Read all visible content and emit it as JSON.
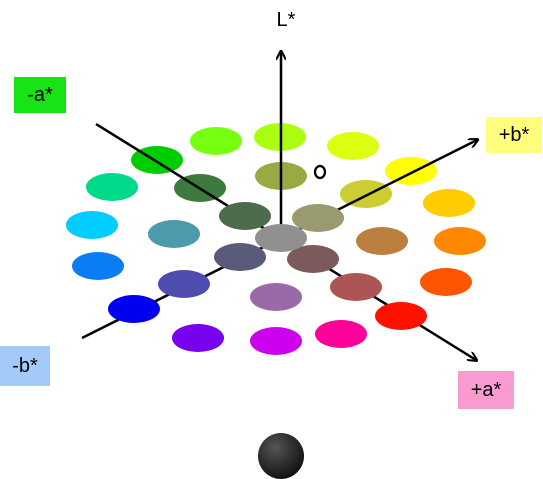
{
  "axes": {
    "L": "L*",
    "neg_a": "-a*",
    "pos_a": "+a*",
    "neg_b": "-b*",
    "pos_b": "+b*"
  },
  "colors": {
    "neg_a_box": "#17e317",
    "pos_a_box": "#f99bd0",
    "neg_b_box": "#a3cbfa",
    "pos_b_box": "#ffff7d",
    "black_sphere": "#111111"
  },
  "rings": {
    "outer": [
      "#00cc00",
      "#00d98a",
      "#00ccff",
      "#0a7df5",
      "#0000ee",
      "#7700ee",
      "#cc00ee",
      "#ff0099",
      "#ff1100",
      "#ff5500",
      "#ff8800",
      "#ffcc00",
      "#ffff00",
      "#ddff11",
      "#aaff11",
      "#77ff11"
    ],
    "inner": [
      "#3d7a3d",
      "#4d9aad",
      "#4d4db0",
      "#9a6aa8",
      "#ad5555",
      "#bb8040",
      "#cccc33",
      "#99aa44"
    ],
    "core": [
      "#4d6a4d",
      "#5a5a7a",
      "#7a5a5a",
      "#9a9a70"
    ],
    "center": "#909090"
  }
}
